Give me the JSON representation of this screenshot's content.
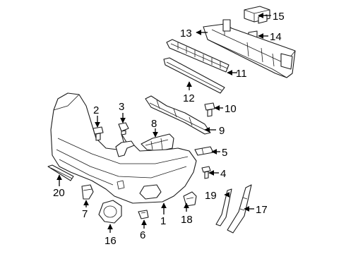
{
  "diagram": {
    "callouts": [
      {
        "id": "c1",
        "label": "1"
      },
      {
        "id": "c2",
        "label": "2"
      },
      {
        "id": "c3",
        "label": "3"
      },
      {
        "id": "c4",
        "label": "4"
      },
      {
        "id": "c5",
        "label": "5"
      },
      {
        "id": "c6",
        "label": "6"
      },
      {
        "id": "c7",
        "label": "7"
      },
      {
        "id": "c8",
        "label": "8"
      },
      {
        "id": "c9",
        "label": "9"
      },
      {
        "id": "c10",
        "label": "10"
      },
      {
        "id": "c11",
        "label": "11"
      },
      {
        "id": "c12",
        "label": "12"
      },
      {
        "id": "c13",
        "label": "13"
      },
      {
        "id": "c14",
        "label": "14"
      },
      {
        "id": "c15",
        "label": "15"
      },
      {
        "id": "c16",
        "label": "16"
      },
      {
        "id": "c17",
        "label": "17"
      },
      {
        "id": "c18",
        "label": "18"
      },
      {
        "id": "c19",
        "label": "19"
      },
      {
        "id": "c20",
        "label": "20"
      }
    ],
    "colors": {
      "line": "#1a1a1a",
      "background": "#ffffff"
    }
  }
}
